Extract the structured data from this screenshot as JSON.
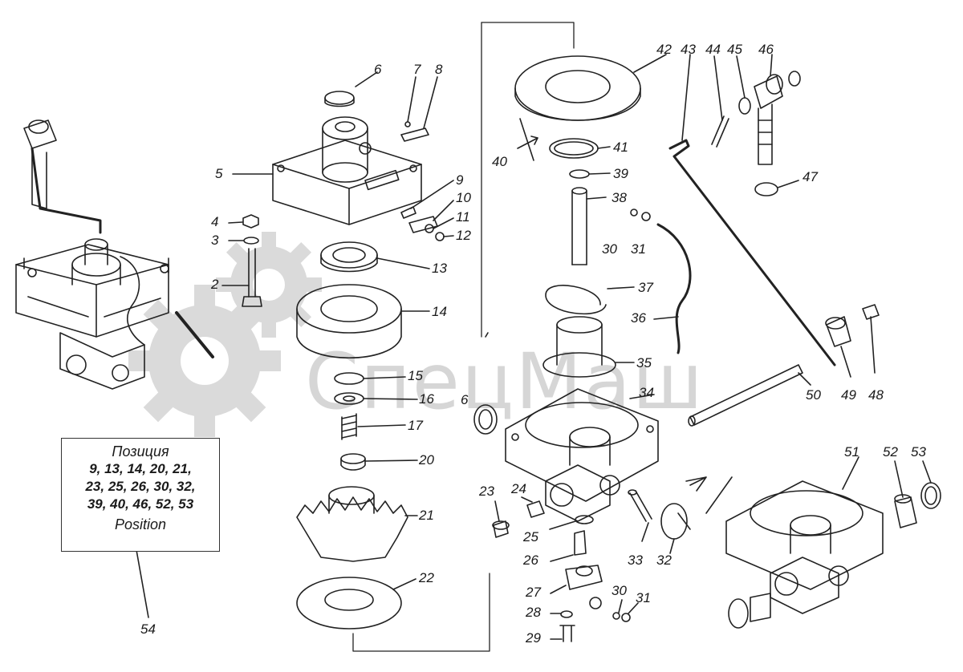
{
  "watermark": {
    "text": "СпецМаш",
    "color": "#bdbdbd"
  },
  "legend": {
    "title": "Позиция",
    "lines": [
      "9, 13, 14, 20, 21,",
      "23, 25, 26, 30, 32,",
      "39, 40, 46, 52, 53"
    ],
    "footer": "Position"
  },
  "labels": {
    "n2": "2",
    "n3": "3",
    "n4": "4",
    "n5": "5",
    "n6a": "6",
    "n6b": "6",
    "n7": "7",
    "n8": "8",
    "n9": "9",
    "n10": "10",
    "n11": "11",
    "n12": "12",
    "n13": "13",
    "n14": "14",
    "n15": "15",
    "n16": "16",
    "n17": "17",
    "n20": "20",
    "n21": "21",
    "n22": "22",
    "n23": "23",
    "n24": "24",
    "n25": "25",
    "n26": "26",
    "n27": "27",
    "n28": "28",
    "n29": "29",
    "n30a": "30",
    "n30b": "30",
    "n31a": "31",
    "n31b": "31",
    "n32": "32",
    "n33": "33",
    "n34": "34",
    "n35": "35",
    "n36": "36",
    "n37": "37",
    "n38": "38",
    "n39": "39",
    "n40": "40",
    "n41": "41",
    "n42": "42",
    "n43": "43",
    "n44": "44",
    "n45": "45",
    "n46": "46",
    "n47": "47",
    "n48": "48",
    "n49": "49",
    "n50": "50",
    "n51": "51",
    "n52": "52",
    "n53": "53",
    "n54": "54"
  }
}
